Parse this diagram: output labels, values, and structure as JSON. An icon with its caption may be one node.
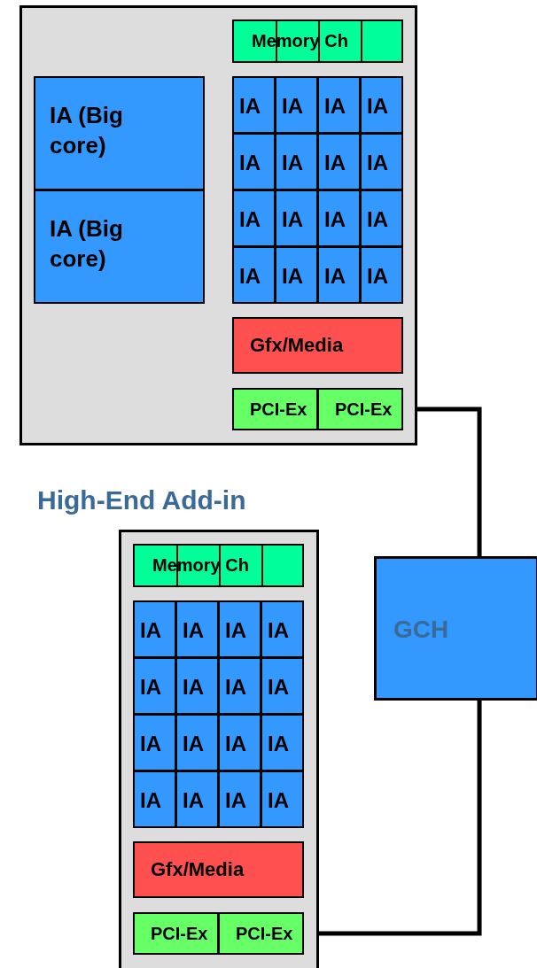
{
  "diagram": {
    "nodes": [
      {
        "text": [],
        "shape": "box"
      },
      {
        "text": [
          "Memory Ch"
        ],
        "in": 0
      },
      {
        "text": [
          "IA"
        ],
        "in": 0
      },
      {
        "text": [
          "IA"
        ],
        "in": 0
      },
      {
        "text": [
          "IA"
        ],
        "in": 0
      },
      {
        "text": [
          "IA"
        ],
        "in": 0
      },
      {
        "text": [
          "IA"
        ],
        "in": 0
      },
      {
        "text": [
          "IA"
        ],
        "in": 0
      },
      {
        "text": [
          "IA"
        ],
        "in": 0
      },
      {
        "text": [
          "IA"
        ],
        "in": 0
      },
      {
        "text": [
          "IA"
        ],
        "in": 0
      },
      {
        "text": [
          "IA"
        ],
        "in": 0
      },
      {
        "text": [
          "IA"
        ],
        "in": 0
      },
      {
        "text": [
          "IA"
        ],
        "in": 0
      },
      {
        "text": [
          "IA"
        ],
        "in": 0
      },
      {
        "text": [
          "IA"
        ],
        "in": 0
      },
      {
        "text": [
          "IA"
        ],
        "in": 0
      },
      {
        "text": [
          "IA"
        ],
        "in": 0
      },
      {
        "text": [
          "IA (Big core)"
        ],
        "in": 0
      },
      {
        "text": [
          "IA (Big core)"
        ],
        "in": 0
      },
      {
        "text": [
          "Gfx/Media"
        ],
        "in": 0
      },
      {
        "text": [
          "PCI-Ex"
        ],
        "in": 0
      },
      {
        "text": [
          "PCI-Ex"
        ],
        "in": 0
      },
      {
        "text": [
          "High-End Add-in"
        ]
      },
      {
        "text": [
          "Memory Ch"
        ],
        "in": 23
      },
      {
        "text": [
          "IA"
        ],
        "in": 23
      },
      {
        "text": [
          "IA"
        ],
        "in": 23
      },
      {
        "text": [
          "IA"
        ],
        "in": 23
      },
      {
        "text": [
          "IA"
        ],
        "in": 23
      },
      {
        "text": [
          "IA"
        ],
        "in": 23
      },
      {
        "text": [
          "IA"
        ],
        "in": 23
      },
      {
        "text": [
          "IA"
        ],
        "in": 23
      },
      {
        "text": [
          "IA"
        ],
        "in": 23
      },
      {
        "text": [
          "IA"
        ],
        "in": 23
      },
      {
        "text": [
          "IA"
        ],
        "in": 23
      },
      {
        "text": [
          "IA"
        ],
        "in": 23
      },
      {
        "text": [
          "IA"
        ],
        "in": 23
      },
      {
        "text": [
          "IA"
        ],
        "in": 23
      },
      {
        "text": [
          "IA"
        ],
        "in": 23
      },
      {
        "text": [
          "IA"
        ],
        "in": 23
      },
      {
        "text": [
          "IA"
        ],
        "in": 23
      },
      {
        "text": [
          "Gfx/Media"
        ],
        "in": 23
      },
      {
        "text": [
          "PCI-Ex"
        ],
        "in": 23
      },
      {
        "text": [
          "PCI-Ex"
        ],
        "in": 23
      },
      {
        "text": [
          "GCH"
        ]
      }
    ],
    "edges": [
      {
        "from": 22,
        "to": 44,
        "arrow": "none"
      },
      {
        "from": 43,
        "to": 44,
        "arrow": "none"
      }
    ]
  }
}
